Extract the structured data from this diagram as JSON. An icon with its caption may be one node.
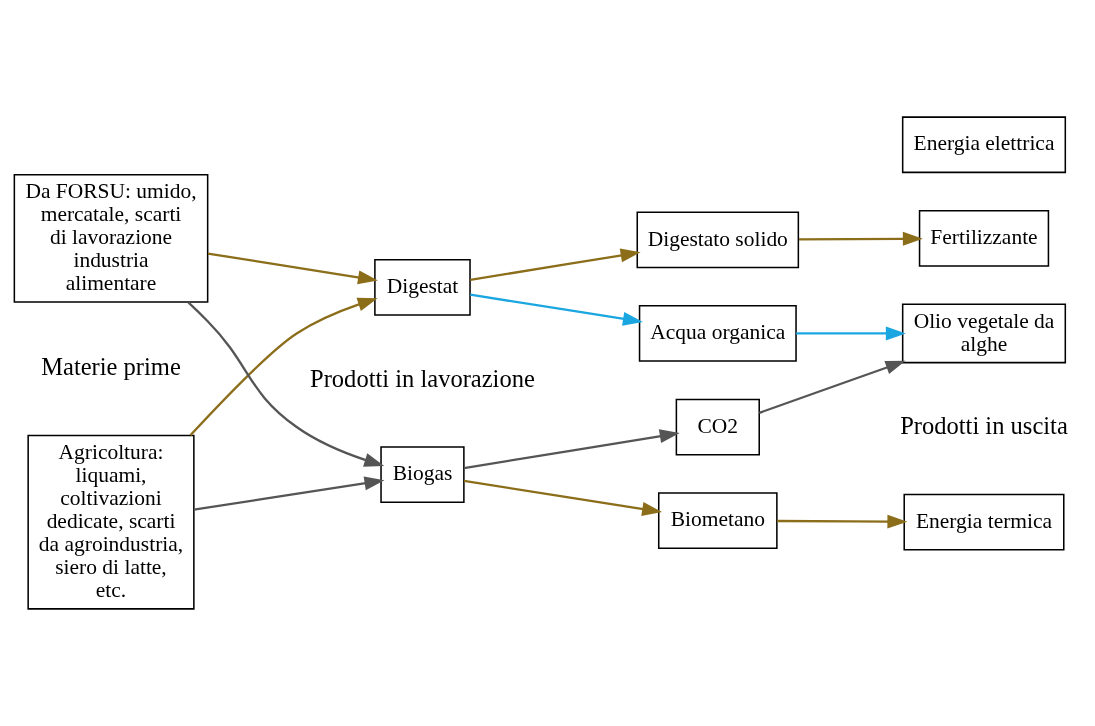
{
  "diagram": {
    "nodes": [
      {
        "text": [
          "Agricoltura: liquami, coltivazioni dedicate, scarti da agroindustria, siero di latte, etc."
        ]
      },
      {
        "text": [
          "Da FORSU: umido, mercatale, scarti di lavorazione industria alimentare"
        ]
      },
      {
        "text": [
          "Biogas"
        ]
      },
      {
        "text": [
          "Digestat"
        ]
      },
      {
        "text": [
          "Biometano"
        ]
      },
      {
        "text": [
          "CO2"
        ]
      },
      {
        "text": [
          "Acqua organica"
        ]
      },
      {
        "text": [
          "Digestato solido"
        ]
      },
      {
        "text": [
          "Energia termica"
        ]
      },
      {
        "text": [
          "Energia elettrica"
        ]
      },
      {
        "text": [
          "Olio vegetale da alghe"
        ]
      },
      {
        "text": [
          "Fertilizzante"
        ]
      }
    ],
    "edges": [
      {
        "from": 0,
        "to": 2,
        "arrow": "to",
        "color": "#555555"
      },
      {
        "from": 0,
        "to": 3,
        "arrow": "to"
      },
      {
        "from": 1,
        "to": 2,
        "arrow": "to",
        "color": "#555555"
      },
      {
        "from": 1,
        "to": 3,
        "arrow": "to"
      },
      {
        "from": 2,
        "to": 4,
        "arrow": "to"
      },
      {
        "from": 2,
        "to": 5,
        "arrow": "to",
        "color": "#555555"
      },
      {
        "from": 3,
        "to": 6,
        "arrow": "to",
        "color": "#1aa6e0"
      },
      {
        "from": 3,
        "to": 7,
        "arrow": "to"
      },
      {
        "from": 4,
        "to": 8,
        "arrow": "to"
      },
      {
        "from": 5,
        "to": 10,
        "arrow": "to",
        "color": "#555555"
      },
      {
        "from": 6,
        "to": 10,
        "arrow": "to",
        "color": "#1aa6e0"
      },
      {
        "from": 7,
        "to": 11,
        "arrow": "to"
      }
    ],
    "labels": [
      "Materie prime",
      "Prodotti in lavorazione",
      "Prodotti in uscita"
    ]
  }
}
